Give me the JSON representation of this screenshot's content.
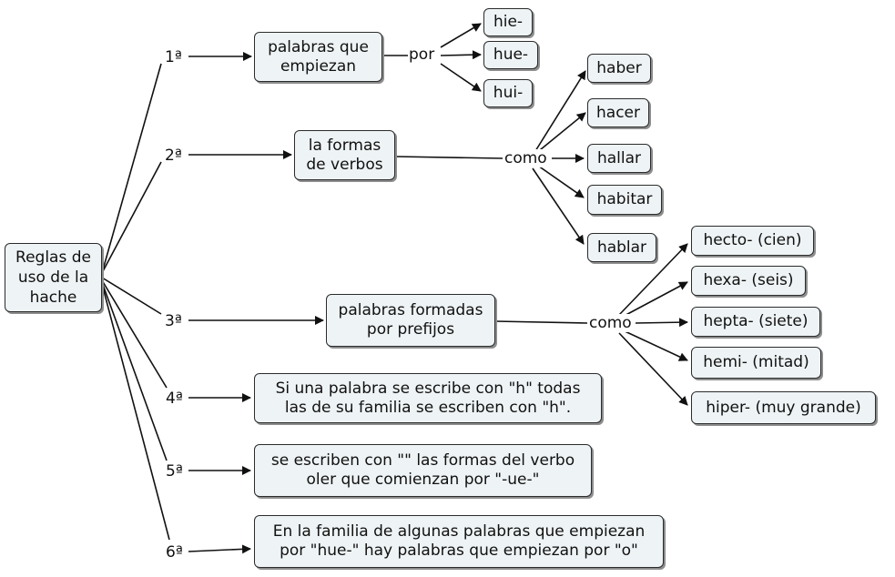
{
  "root": "Reglas de\nuso de la\nhache",
  "rules": [
    {
      "ordinal": "1ª",
      "box": "palabras que\nempiezan",
      "connector": "por",
      "children": [
        "hie-",
        "hue-",
        "hui-"
      ]
    },
    {
      "ordinal": "2ª",
      "box": "la formas\nde verbos",
      "connector": "como",
      "children": [
        "haber",
        "hacer",
        "hallar",
        "habitar",
        "hablar"
      ]
    },
    {
      "ordinal": "3ª",
      "box": "palabras formadas\npor prefijos",
      "connector": "como",
      "children": [
        "hecto- (cien)",
        "hexa- (seis)",
        "hepta- (siete)",
        "hemi- (mitad)",
        "hiper- (muy grande)"
      ]
    },
    {
      "ordinal": "4ª",
      "box": "Si una palabra se escribe con \"h\" todas\nlas de su familia se escriben con \"h\"."
    },
    {
      "ordinal": "5ª",
      "box": "se escriben con \"\" las formas del verbo\noler que comienzan por \"-ue-\""
    },
    {
      "ordinal": "6ª",
      "box": "En la familia de algunas palabras que empiezan\npor \"hue-\" hay palabras que empiezan por \"o\""
    }
  ]
}
